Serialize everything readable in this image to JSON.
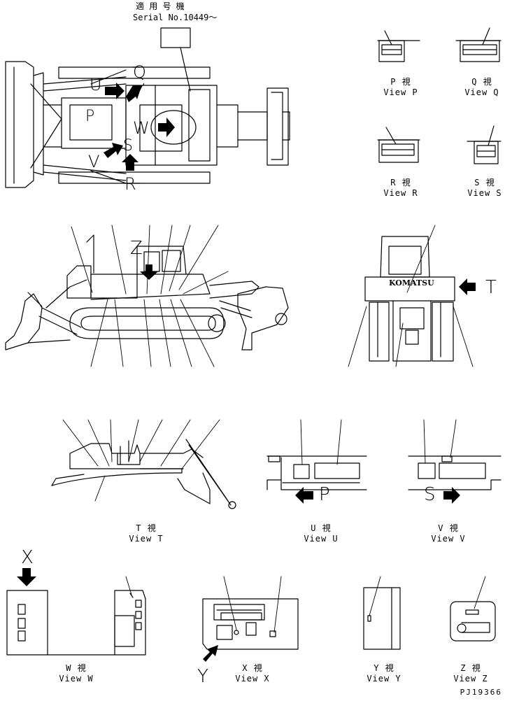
{
  "header": {
    "jp": "適 用 号 機",
    "serial": "Serial No.10449～"
  },
  "brand": "KOMATSU",
  "letters": {
    "P": "P",
    "Q": "Q",
    "R": "R",
    "S": "S",
    "T": "T",
    "U": "U",
    "V": "V",
    "W": "W",
    "X": "X",
    "Y": "Y",
    "Z": "Z"
  },
  "views": {
    "P": {
      "jp": "P  視",
      "en": "View P"
    },
    "Q": {
      "jp": "Q  視",
      "en": "View Q"
    },
    "R": {
      "jp": "R  視",
      "en": "View R"
    },
    "S": {
      "jp": "S  視",
      "en": "View S"
    },
    "T": {
      "jp": "T  視",
      "en": "View T"
    },
    "U": {
      "jp": "U  視",
      "en": "View U"
    },
    "V": {
      "jp": "V  視",
      "en": "View V"
    },
    "W": {
      "jp": "W  視",
      "en": "View W"
    },
    "X": {
      "jp": "X  視",
      "en": "View X"
    },
    "Y": {
      "jp": "Y  視",
      "en": "View Y"
    },
    "Z": {
      "jp": "Z  視",
      "en": "View Z"
    }
  },
  "drawing_code": "PJ19366"
}
